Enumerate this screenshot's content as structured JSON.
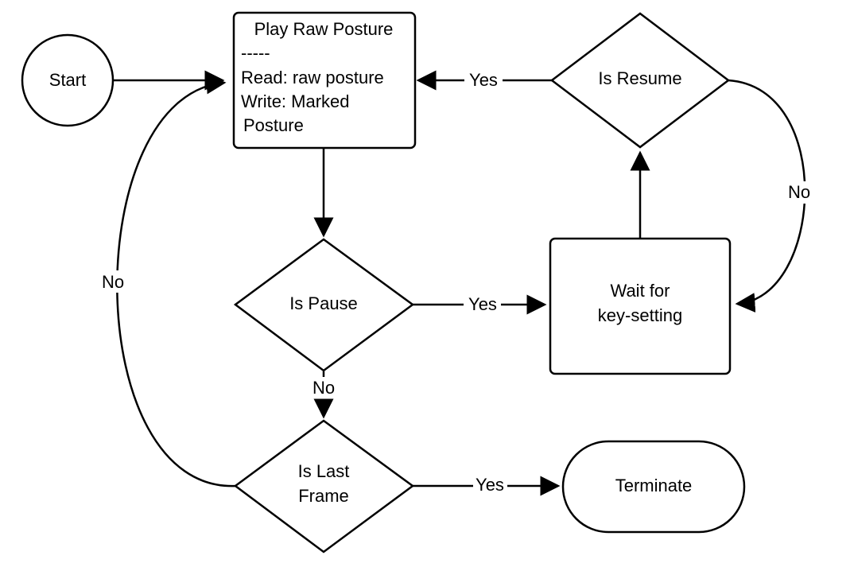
{
  "nodes": {
    "start": {
      "label": "Start"
    },
    "play_raw_posture": {
      "title": "Play Raw Posture",
      "divider": "-----",
      "read": "Read: raw posture",
      "write_1": "Write: Marked",
      "write_2": "Posture"
    },
    "is_resume": {
      "label": "Is Resume"
    },
    "is_pause": {
      "label": "Is Pause"
    },
    "wait_for_key_setting": {
      "line_1": "Wait for",
      "line_2": "key-setting"
    },
    "is_last_frame": {
      "line_1": "Is Last",
      "line_2": "Frame"
    },
    "terminate": {
      "label": "Terminate"
    }
  },
  "edges": {
    "resume_yes": "Yes",
    "resume_no": "No",
    "pause_yes": "Yes",
    "pause_no": "No",
    "last_frame_yes": "Yes",
    "last_frame_no": "No"
  }
}
